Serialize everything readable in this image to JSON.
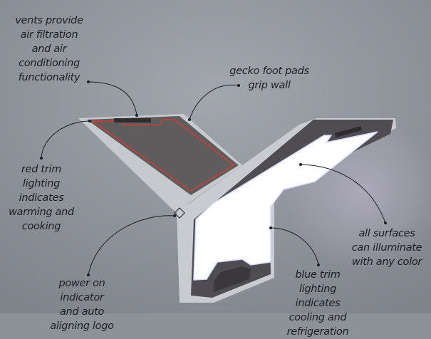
{
  "annotations": {
    "vents": [
      "vents provide",
      "air filtration",
      "and air",
      "conditioning",
      "functionality"
    ],
    "gecko": [
      "gecko foot pads",
      "grip wall"
    ],
    "red_trim": [
      "red trim",
      "lighting",
      "indicates",
      "warming and",
      "cooking"
    ],
    "power": [
      "power on",
      "indicator",
      "and auto",
      "aligning logo"
    ],
    "surfaces": [
      "all surfaces",
      "can illuminate",
      "with any color"
    ],
    "blue_trim": [
      "blue trim",
      "lighting",
      "indicates",
      "cooling and",
      "refrigeration"
    ]
  },
  "colors": {
    "background": "#8d9198",
    "red_trim": "#e03a2a",
    "panel": "#ffffff",
    "frame": "#c9ccd0"
  }
}
